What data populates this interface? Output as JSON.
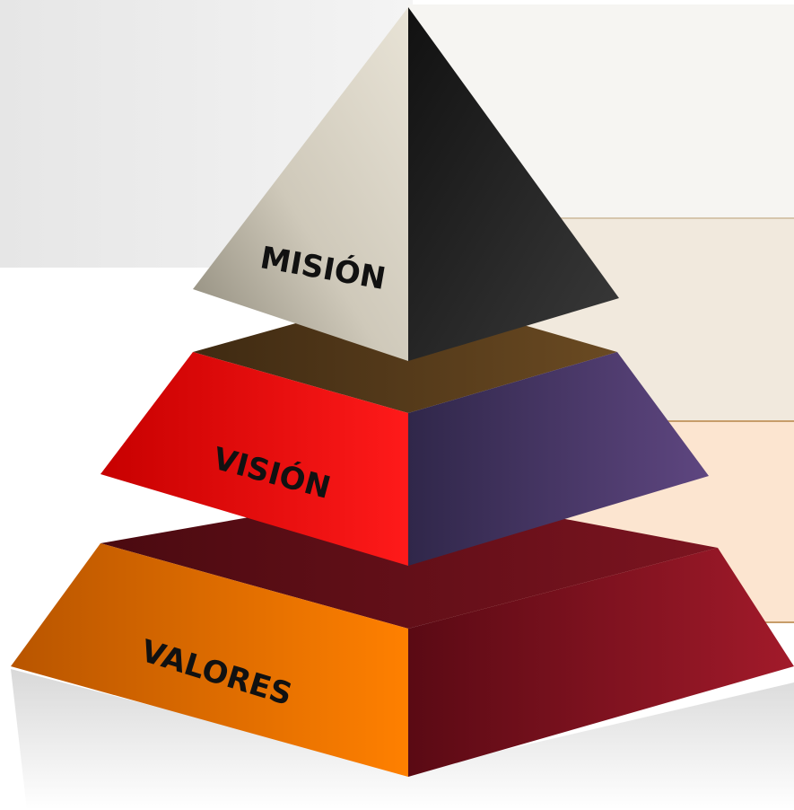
{
  "tiers": {
    "top": {
      "label": "MISIÓN"
    },
    "middle": {
      "label": "VISIÓN"
    },
    "bottom": {
      "label": "VALORES"
    }
  },
  "colors": {
    "top_light_face": "#b9b3a3",
    "top_dark_face": "#1c1c1c",
    "middle_front": "#e60000",
    "middle_side": "#4a3a6a",
    "middle_top": "#5a3f1c",
    "bottom_front": "#ef7a00",
    "bottom_side": "#7e1522",
    "bottom_top": "#6b0f18",
    "band_1": "#f6f5f2",
    "band_2": "#f1e9dd",
    "band_3": "#fce5d0",
    "band_line": "#c79d6a"
  }
}
